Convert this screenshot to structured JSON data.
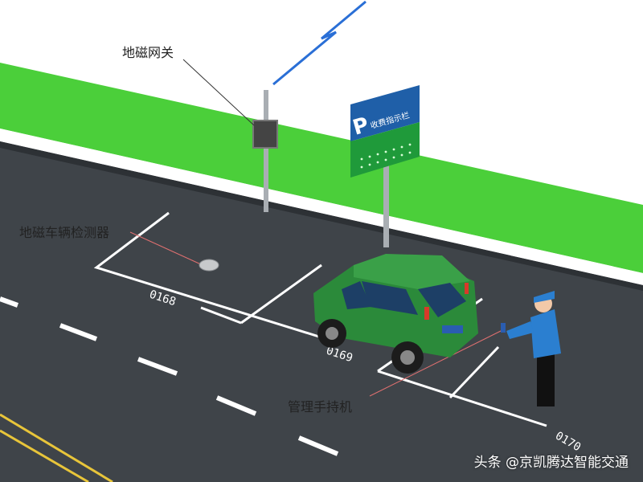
{
  "labels": {
    "gateway": "地磁网关",
    "detector": "地磁车辆检测器",
    "handheld": "管理手持机"
  },
  "sign": {
    "letter": "P",
    "text": "收费指示栏"
  },
  "spaces": [
    "0168",
    "0169",
    "0170"
  ],
  "watermark": "头条 @京凯腾达智能交通",
  "colors": {
    "grass": "#4bcf3a",
    "road": "#3f4449",
    "sign_blue": "#1f5fa8",
    "sign_green": "#1f9a3a",
    "car": "#2b8a3a",
    "person": "#2b7fd0",
    "lightning": "#2a6fd6"
  }
}
